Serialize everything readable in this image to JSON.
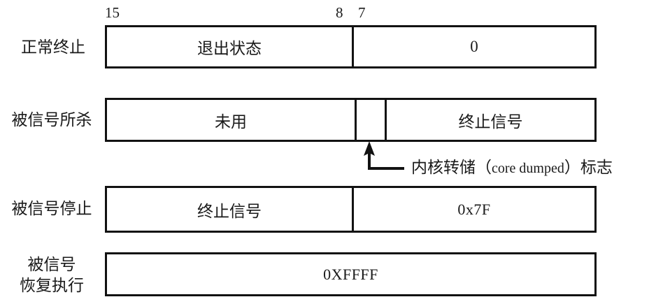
{
  "figure": {
    "type": "bit-field-diagram",
    "bit_ruler": [
      {
        "label": "15",
        "bit": 15
      },
      {
        "label": "8",
        "bit": 8
      },
      {
        "label": "7",
        "bit": 7
      }
    ],
    "rows": [
      {
        "label": "正常终止",
        "label_lines": [
          "正常终止"
        ],
        "cells": [
          {
            "text": "退出状态",
            "bits": "15-8"
          },
          {
            "text": "0",
            "bits": "7-0"
          }
        ]
      },
      {
        "label": "被信号所杀",
        "label_lines": [
          "被信号所杀"
        ],
        "cells": [
          {
            "text": "未用",
            "bits": "15-8"
          },
          {
            "text": "",
            "bits": "7"
          },
          {
            "text": "终止信号",
            "bits": "6-0"
          }
        ]
      },
      {
        "label": "被信号停止",
        "label_lines": [
          "被信号停止"
        ],
        "cells": [
          {
            "text": "终止信号",
            "bits": "15-8"
          },
          {
            "text": "0x7F",
            "bits": "7-0"
          }
        ]
      },
      {
        "label": "被信号恢复执行",
        "label_lines": [
          "被信号",
          "恢复执行"
        ],
        "cells": [
          {
            "text": "0XFFFF",
            "bits": "15-0"
          }
        ]
      }
    ],
    "annotation": {
      "text_prefix": "内核转储（",
      "text_latin": "core dumped",
      "text_suffix": "）标志",
      "full_text": "内核转储（core dumped）标志",
      "points_to": "core-dump-flag-bit"
    },
    "colors": {
      "stroke": "#121212",
      "text": "#1a1a1a",
      "background": "#ffffff"
    }
  }
}
